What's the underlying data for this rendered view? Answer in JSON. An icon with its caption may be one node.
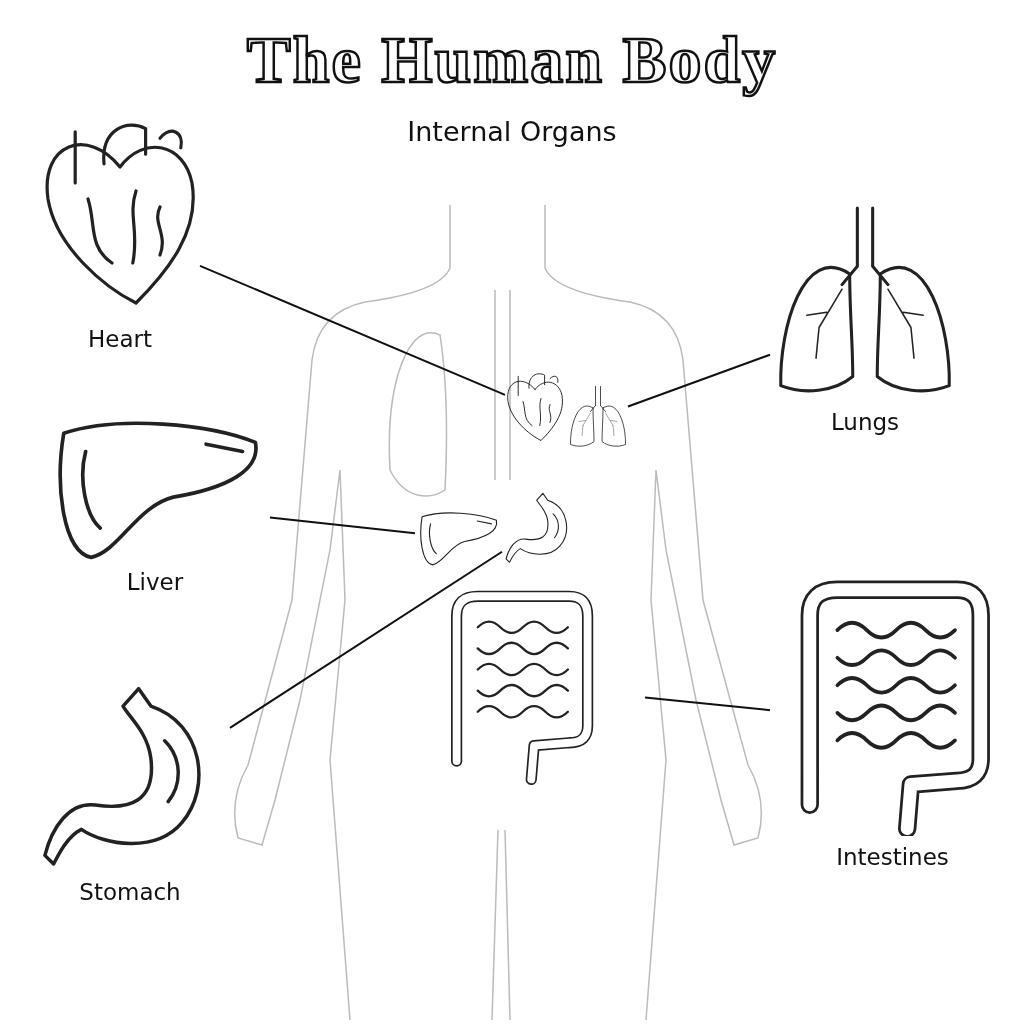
{
  "diagram": {
    "title": "The Human Body",
    "nodes": [
      {
        "text": [
          "Heart"
        ]
      },
      {
        "text": [
          "Lungs"
        ]
      },
      {
        "text": [
          "Liver"
        ]
      },
      {
        "text": [
          "Intestines"
        ]
      },
      {
        "text": [
          "Stomach"
        ]
      },
      {
        "text": [],
        "shape": "picture"
      },
      {
        "text": [],
        "shape": "picture"
      },
      {
        "text": [],
        "shape": "picture"
      },
      {
        "text": [],
        "shape": "picture"
      },
      {
        "text": [],
        "shape": "picture"
      }
    ],
    "edges": [
      {
        "from": 0,
        "to": 5,
        "arrow": "none"
      },
      {
        "from": 1,
        "to": 6,
        "arrow": "none"
      },
      {
        "from": 2,
        "to": 7,
        "arrow": "none"
      },
      {
        "from": 3,
        "to": 8,
        "arrow": "none"
      },
      {
        "from": 4,
        "to": 9,
        "arrow": "none"
      }
    ],
    "labels": [
      "Internal Organs"
    ]
  }
}
